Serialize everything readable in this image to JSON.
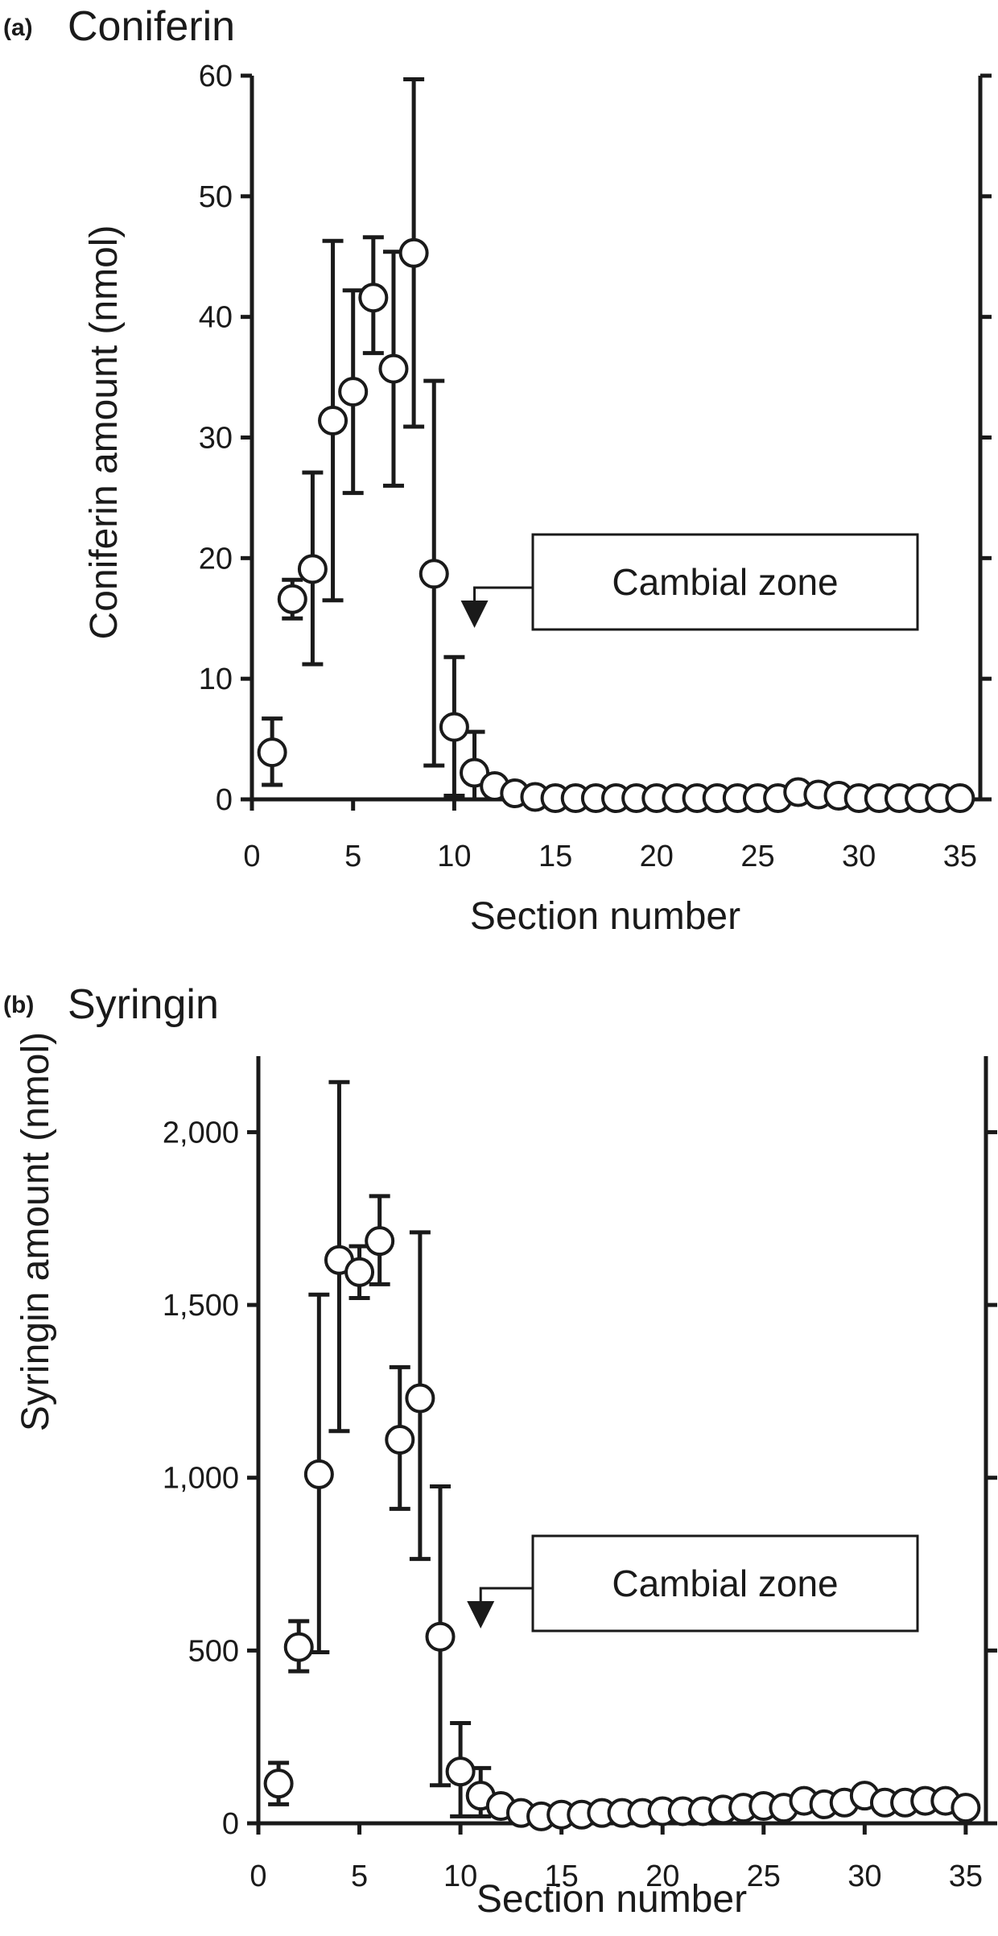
{
  "chart_data": [
    {
      "type": "scatter",
      "panel_label": "(a)",
      "title": "Coniferin",
      "xlabel": "Section number",
      "ylabel": "Coniferin amount (nmol)",
      "xlim": [
        0,
        36
      ],
      "ylim": [
        0,
        60
      ],
      "xticks": [
        0,
        5,
        10,
        15,
        20,
        25,
        30,
        35
      ],
      "yticks": [
        0,
        10,
        20,
        30,
        40,
        50,
        60
      ],
      "ytick_labels": [
        "0",
        "10",
        "20",
        "30",
        "40",
        "50",
        "60"
      ],
      "marker": "open-circle",
      "error_bars": true,
      "grid": false,
      "x": [
        1,
        2,
        3,
        4,
        5,
        6,
        7,
        8,
        9,
        10,
        11,
        12,
        13,
        14,
        15,
        16,
        17,
        18,
        19,
        20,
        21,
        22,
        23,
        24,
        25,
        26,
        27,
        28,
        29,
        30,
        31,
        32,
        33,
        34,
        35
      ],
      "y": [
        3.9,
        16.6,
        19.1,
        31.4,
        33.8,
        41.6,
        35.7,
        45.3,
        18.7,
        6.0,
        2.2,
        1.1,
        0.5,
        0.2,
        0.1,
        0.1,
        0.1,
        0.1,
        0.1,
        0.1,
        0.1,
        0.1,
        0.1,
        0.1,
        0.1,
        0.1,
        0.6,
        0.4,
        0.3,
        0.1,
        0.1,
        0.1,
        0.1,
        0.1,
        0.1
      ],
      "err_high": [
        6.7,
        18.2,
        27.1,
        46.3,
        42.2,
        46.6,
        45.4,
        59.7,
        34.7,
        11.8,
        5.6,
        1.6,
        0.6,
        0.2,
        0.1,
        0.1,
        0.1,
        0.1,
        0.1,
        0.1,
        0.1,
        0.1,
        0.1,
        0.1,
        0.1,
        0.1,
        1.2,
        0.6,
        0.4,
        0.1,
        0.1,
        0.1,
        0.1,
        0.1,
        0.1
      ],
      "err_low": [
        1.2,
        15.0,
        11.2,
        16.5,
        25.4,
        37.0,
        26.0,
        30.9,
        2.8,
        0.3,
        0.0,
        0.6,
        0.4,
        0.2,
        0.1,
        0.1,
        0.1,
        0.1,
        0.1,
        0.1,
        0.1,
        0.1,
        0.1,
        0.1,
        0.1,
        0.1,
        0.1,
        0.2,
        0.2,
        0.1,
        0.1,
        0.1,
        0.1,
        0.1,
        0.1
      ],
      "annotation": {
        "text": "Cambial zone",
        "x": 11
      }
    },
    {
      "type": "scatter",
      "panel_label": "(b)",
      "title": "Syringin",
      "xlabel": "Section number",
      "ylabel": "Syringin amount (nmol)",
      "xlim": [
        0,
        36
      ],
      "ylim": [
        0,
        2220
      ],
      "xticks": [
        0,
        5,
        10,
        15,
        20,
        25,
        30,
        35
      ],
      "yticks": [
        0,
        500,
        1000,
        1500,
        2000
      ],
      "ytick_labels": [
        "0",
        "500",
        "1,000",
        "1,500",
        "2,000"
      ],
      "marker": "open-circle",
      "error_bars": true,
      "grid": false,
      "x": [
        1,
        2,
        3,
        4,
        5,
        6,
        7,
        8,
        9,
        10,
        11,
        12,
        13,
        14,
        15,
        16,
        17,
        18,
        19,
        20,
        21,
        22,
        23,
        24,
        25,
        26,
        27,
        28,
        29,
        30,
        31,
        32,
        33,
        34,
        35
      ],
      "y": [
        115,
        510,
        1010,
        1630,
        1595,
        1685,
        1110,
        1230,
        540,
        150,
        80,
        50,
        30,
        20,
        25,
        25,
        30,
        30,
        30,
        35,
        35,
        35,
        40,
        45,
        50,
        45,
        65,
        55,
        60,
        80,
        60,
        60,
        65,
        65,
        45
      ],
      "err_high": [
        175,
        585,
        1530,
        2145,
        1670,
        1815,
        1320,
        1710,
        975,
        290,
        160,
        60,
        35,
        25,
        30,
        30,
        35,
        35,
        35,
        40,
        40,
        40,
        45,
        50,
        55,
        55,
        75,
        65,
        70,
        100,
        70,
        65,
        70,
        70,
        50
      ],
      "err_low": [
        55,
        440,
        495,
        1135,
        1520,
        1560,
        910,
        765,
        110,
        20,
        20,
        40,
        25,
        15,
        20,
        20,
        25,
        25,
        25,
        30,
        30,
        30,
        35,
        40,
        45,
        35,
        55,
        45,
        50,
        60,
        50,
        55,
        60,
        60,
        40
      ],
      "annotation": {
        "text": "Cambial zone",
        "x": 11
      }
    }
  ]
}
